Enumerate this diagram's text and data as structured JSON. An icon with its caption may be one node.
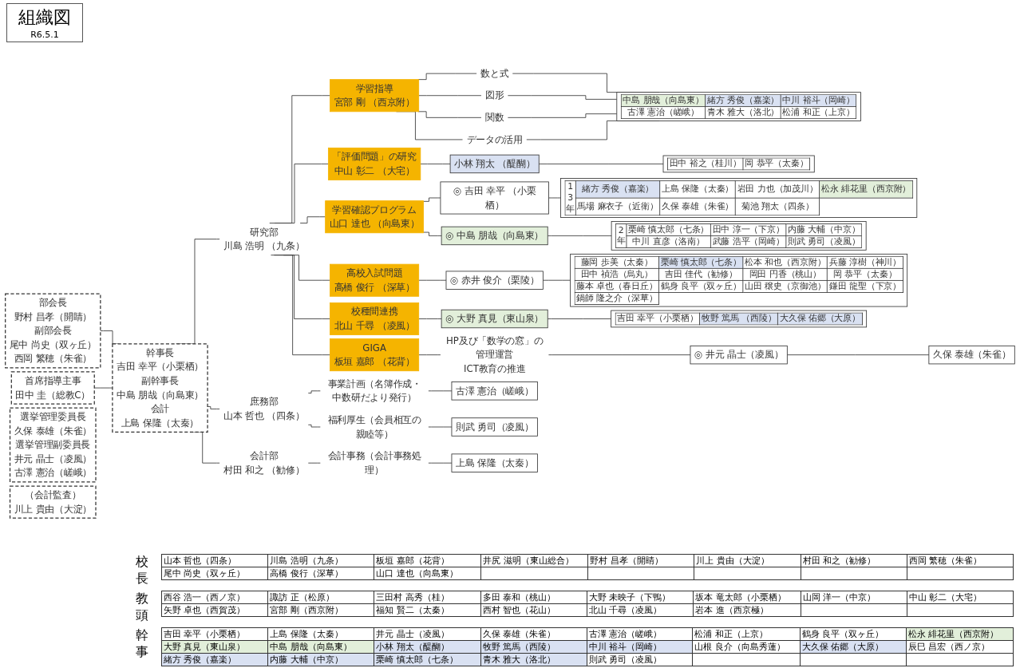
{
  "diagram": {
    "title": "組織図",
    "nodes": [
      {
        "text": [
          "部会長",
          "野村 昌孝（開睛）",
          "副部会長",
          "尾中 尚史（双ヶ丘）",
          "西岡 繁穂（朱雀）"
        ]
      },
      {
        "text": [
          "幹事長",
          "吉田 幸平（小栗栖）",
          "副幹事長",
          "中島 朋哉（向島東）",
          "会計",
          "上島 保隆（太秦）"
        ]
      },
      {
        "text": [
          "首席指導主事",
          "田中 圭（総教C）"
        ]
      },
      {
        "text": [
          "選挙管理委員長",
          "久保 泰雄（朱雀）",
          "選挙管理副委員長",
          "井元 晶士（凌風）",
          "古澤 憲治（嵯峨）"
        ]
      },
      {
        "text": [
          "（会計監査）",
          "川上 貴由（大淀）"
        ]
      },
      {
        "text": [
          "研究部",
          "川島 浩明 （九条）"
        ]
      },
      {
        "text": [
          "庶務部",
          "山本 哲也 （四条）"
        ]
      },
      {
        "text": [
          "会計部",
          "村田 和之 （勧修）"
        ]
      },
      {
        "text": [
          "学習指導",
          "宮部 剛 （西京附）"
        ]
      },
      {
        "text": [
          "「評価問題」の研究",
          "中山 彰二 （大宅）"
        ]
      },
      {
        "text": [
          "学習確認プログラム",
          "山口 達也 （向島東）"
        ]
      },
      {
        "text": [
          "高校入試問題",
          "高橋 俊行 （深草）"
        ]
      },
      {
        "text": [
          "校種間連携",
          "北山 千尋 （凌風）"
        ]
      },
      {
        "text": [
          "GIGA",
          "板垣 嘉郎 （花背）"
        ]
      },
      {
        "text": [
          "数と式"
        ]
      },
      {
        "text": [
          "図形"
        ]
      },
      {
        "text": [
          "関数"
        ]
      },
      {
        "text": [
          "データの活用"
        ]
      },
      {
        "text": [
          "中島 朋哉（向島東）",
          "緒方 秀俊（嘉楽）",
          "中川 裕斗（岡崎）",
          "古澤 憲治（嵯峨）",
          "青木 雅大（洛北）",
          "松浦 和正（上京）"
        ]
      },
      {
        "text": [
          "小林 翔太 （醍醐）"
        ]
      },
      {
        "text": [
          "田中 裕之（桂川）",
          "岡 恭平（太秦）"
        ]
      },
      {
        "text": [
          "◎ 吉田 幸平 （小栗栖）"
        ]
      },
      {
        "text": [
          "◎ 中島 朋哉（向島東）"
        ]
      },
      {
        "text": [
          "13年",
          "緒方 秀俊（嘉楽）",
          "上島 保隆（太秦）",
          "岩田 力也（加茂川）",
          "松永 緋花里（西京附）",
          "馬場 麻衣子（近衛）",
          "久保 泰雄（朱雀）",
          "菊池 翔太（四条）"
        ]
      },
      {
        "text": [
          "2年",
          "栗崎 慎太郎（七条）",
          "田中 淳一（下京）",
          "内藤 大輔（中京）",
          "中川 直彦（洛南）",
          "武藤 浩平（岡崎）",
          "則武 勇司（凌風）"
        ]
      },
      {
        "text": [
          "◎ 赤井 俊介（栗陵）"
        ]
      },
      {
        "text": [
          "藤岡 歩美（太秦）",
          "栗崎 慎太郎（七条）",
          "松本 和也（西京附）",
          "兵藤 淳樹（神川）",
          "田中 禎浩（烏丸）",
          "吉田 佳代（勧修）",
          "岡田 円香（桃山）",
          "岡 恭平（太秦）",
          "藤本 卓也（春日丘）",
          "鶴身 良平（双ヶ丘）",
          "山田 穣史（京御池）",
          "鎌田 龍聖（下京）",
          "鍋師 隆之介（深草）"
        ]
      },
      {
        "text": [
          "◎ 大野 真見（東山泉）"
        ]
      },
      {
        "text": [
          "吉田 幸平（小栗栖）",
          "牧野 篤馬 （西陵）",
          "大久保 佑郷（大原）"
        ]
      },
      {
        "text": [
          "HP及び「数学の窓」の管理運営",
          "ICT教育の推進"
        ]
      },
      {
        "text": [
          "◎ 井元 晶士（凌風）"
        ]
      },
      {
        "text": [
          "久保 泰雄（朱雀）"
        ]
      },
      {
        "text": [
          "事業計画（名簿作成・中数研だより発行）"
        ]
      },
      {
        "text": [
          "古澤 憲治（嵯峨）"
        ]
      },
      {
        "text": [
          "福利厚生（会員相互の親睦等）"
        ]
      },
      {
        "text": [
          "則武 勇司（凌風）"
        ]
      },
      {
        "text": [
          "会計事務（会計事務処理）"
        ]
      },
      {
        "text": [
          "上島 保隆（太秦）"
        ]
      }
    ],
    "edges": [
      {
        "from": 0,
        "to": 1,
        "arrow": "none"
      },
      {
        "from": 1,
        "to": 2,
        "arrow": "none"
      },
      {
        "from": 1,
        "to": 5,
        "arrow": "none"
      },
      {
        "from": 1,
        "to": 6,
        "arrow": "none"
      },
      {
        "from": 1,
        "to": 7,
        "arrow": "none"
      },
      {
        "from": 5,
        "to": 8,
        "arrow": "none"
      },
      {
        "from": 5,
        "to": 9,
        "arrow": "none"
      },
      {
        "from": 5,
        "to": 10,
        "arrow": "none"
      },
      {
        "from": 5,
        "to": 11,
        "arrow": "none"
      },
      {
        "from": 5,
        "to": 12,
        "arrow": "none"
      },
      {
        "from": 5,
        "to": 13,
        "arrow": "none"
      },
      {
        "from": 8,
        "to": 14,
        "arrow": "none"
      },
      {
        "from": 8,
        "to": 15,
        "arrow": "none"
      },
      {
        "from": 8,
        "to": 16,
        "arrow": "none"
      },
      {
        "from": 8,
        "to": 17,
        "arrow": "none"
      },
      {
        "from": 14,
        "to": 18,
        "arrow": "none"
      },
      {
        "from": 15,
        "to": 18,
        "arrow": "none"
      },
      {
        "from": 16,
        "to": 18,
        "arrow": "none"
      },
      {
        "from": 17,
        "to": 18,
        "arrow": "none"
      },
      {
        "from": 9,
        "to": 19,
        "arrow": "none"
      },
      {
        "from": 19,
        "to": 20,
        "arrow": "none"
      },
      {
        "from": 10,
        "to": 21,
        "arrow": "none"
      },
      {
        "from": 10,
        "to": 22,
        "arrow": "none"
      },
      {
        "from": 21,
        "to": 23,
        "arrow": "none"
      },
      {
        "from": 22,
        "to": 24,
        "arrow": "none"
      },
      {
        "from": 11,
        "to": 25,
        "arrow": "none"
      },
      {
        "from": 25,
        "to": 26,
        "arrow": "none"
      },
      {
        "from": 12,
        "to": 27,
        "arrow": "none"
      },
      {
        "from": 27,
        "to": 28,
        "arrow": "none"
      },
      {
        "from": 13,
        "to": 29,
        "arrow": "none"
      },
      {
        "from": 29,
        "to": 30,
        "arrow": "none"
      },
      {
        "from": 30,
        "to": 31,
        "arrow": "none"
      },
      {
        "from": 6,
        "to": 32,
        "arrow": "none"
      },
      {
        "from": 32,
        "to": 33,
        "arrow": "none"
      },
      {
        "from": 6,
        "to": 34,
        "arrow": "none"
      },
      {
        "from": 34,
        "to": 35,
        "arrow": "none"
      },
      {
        "from": 7,
        "to": 36,
        "arrow": "none"
      },
      {
        "from": 36,
        "to": 37,
        "arrow": "none"
      }
    ],
    "labels": [
      "R6.5.1",
      "校長",
      "山本 哲也（四条）",
      "川島 浩明（九条）",
      "板垣 嘉郎（花背）",
      "井尻 滋明（東山総合）",
      "野村 昌孝（開睛）",
      "川上 貴由（大淀）",
      "村田 和之（勧修）",
      "西岡 繁穂（朱雀）",
      "尾中 尚史（双ヶ丘）",
      "高橋 俊行（深草）",
      "山口 達也（向島東）",
      "教頭",
      "西谷 浩一（西ノ京）",
      "諏訪 正（松原）",
      "三田村 高秀（桂）",
      "多田 泰和（桃山）",
      "大野 未映子（下鴨）",
      "坂本 竜太郎（小栗栖）",
      "山岡 洋一（中京）",
      "中山 彰二（大宅）",
      "矢野 卓也（西賀茂）",
      "宮部 剛（西京附）",
      "福知 賢二（太秦）",
      "西村 智也（花山）",
      "北山 千尋（凌風）",
      "岩本 進（西京極）",
      "幹事",
      "吉田 幸平（小栗栖）",
      "上島 保隆（太秦）",
      "井元 晶士（凌風）",
      "久保 泰雄（朱雀）",
      "古澤 憲治（嵯峨）",
      "松浦 和正（上京）",
      "鶴身 良平（双ヶ丘）",
      "松永 緋花里（西京附）",
      "大野 真見（東山泉）",
      "中島 朋哉（向島東）",
      "小林 翔太（醍醐）",
      "牧野 篤馬（西陵）",
      "中川 裕斗（岡崎）",
      "山根 良介（向島秀蓮）",
      "大久保 佑郷（大原）",
      "辰巳 昌宏（西ノ京）",
      "緒方 秀俊（嘉楽）",
      "内藤 大輔（中京）",
      "栗崎 慎太郎（七条）",
      "青木 雅大（洛北）",
      "則武 勇司（凌風）"
    ]
  }
}
